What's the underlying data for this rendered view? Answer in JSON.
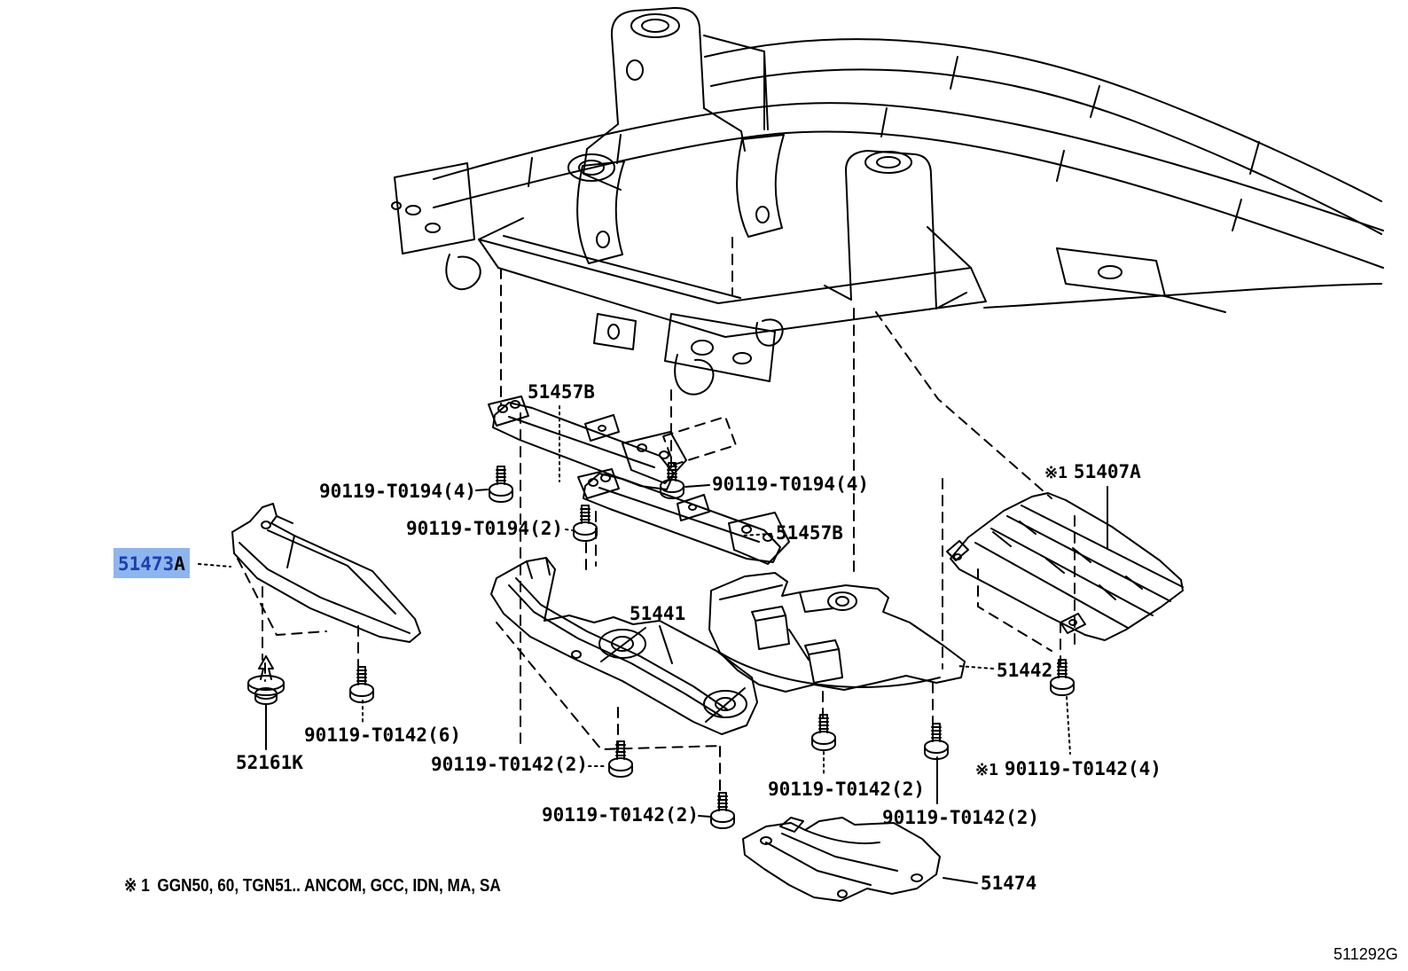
{
  "colors": {
    "background": "#ffffff",
    "line": "#000000",
    "highlight": "#8db5ee",
    "highlight_text": "#1c3fb0"
  },
  "footnote": {
    "marker": "※ 1",
    "text": "GGN50, 60, TGN51.. ANCOM, GCC, IDN, MA, SA"
  },
  "page_code": "511292G",
  "parts": {
    "p51457b_top": "51457B",
    "p90119_t0194_4_left": "90119-T0194(4)",
    "p90119_t0194_2": "90119-T0194(2)",
    "p90119_t0194_4_right": "90119-T0194(4)",
    "p51457b_right": "51457B",
    "p51407a_marker": "※1",
    "p51407a": "51407A",
    "p51473a_main": "51473",
    "p51473a_suffix": "A",
    "p51441": "51441",
    "p51442": "51442",
    "p90119_t0142_6": "90119-T0142(6)",
    "p52161k": "52161K",
    "p90119_t0142_2_a": "90119-T0142(2)",
    "p90119_t0142_2_b": "90119-T0142(2)",
    "p90119_t0142_2_c": "90119-T0142(2)",
    "p90119_t0142_2_d": "90119-T0142(2)",
    "p90119_t0142_4_marker": "※1",
    "p90119_t0142_4": "90119-T0142(4)",
    "p51474": "51474"
  }
}
